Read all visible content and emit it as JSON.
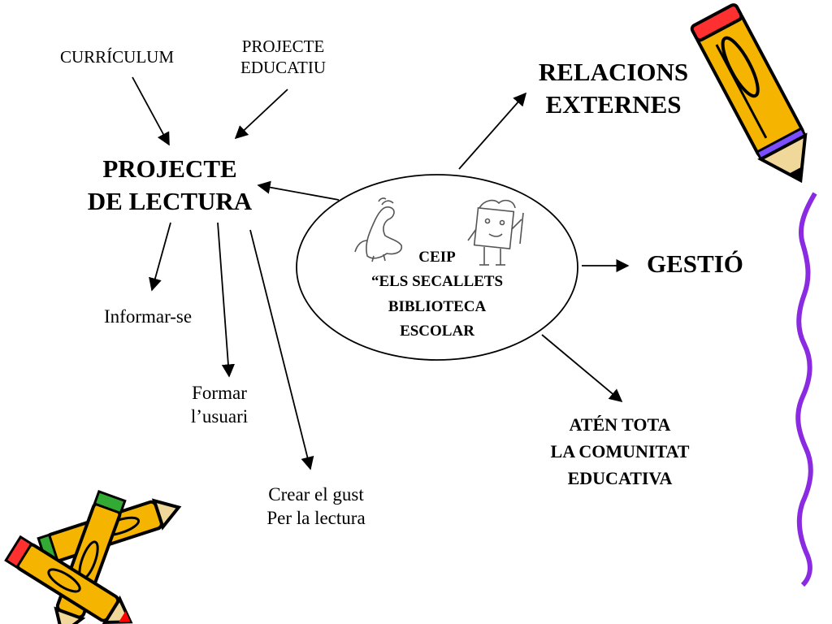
{
  "nodes": {
    "curriculum": "CURRÍCULUM",
    "projecte_educatiu": [
      "PROJECTE",
      "EDUCATIU"
    ],
    "projecte_lectura": [
      "PROJECTE",
      "DE LECTURA"
    ],
    "informar": "Informar-se",
    "formar": [
      "Formar",
      "l’usuari"
    ],
    "crear": [
      "Crear el gust",
      "Per la lectura"
    ],
    "relacions": [
      "RELACIONS",
      "EXTERNES"
    ],
    "gestio": "GESTIÓ",
    "aten": [
      "ATÉN TOTA",
      "LA COMUNITAT",
      "EDUCATIVA"
    ],
    "center": [
      "CEIP",
      "“ELS SECALLETS",
      "BIBLIOTECA",
      "ESCOLAR"
    ]
  },
  "colors": {
    "pencil_body": "#f5b400",
    "pencil_outline": "#000000",
    "pencil_tip": "#ff0000",
    "eraser": "#ff3030",
    "accent_green": "#33aa33",
    "ferrule": "#7b4fff",
    "side_line": "#8a2be2"
  },
  "icons": [
    "pencil-icon",
    "crossed-pencils-icon",
    "dog-doodle-icon",
    "book-character-icon"
  ]
}
